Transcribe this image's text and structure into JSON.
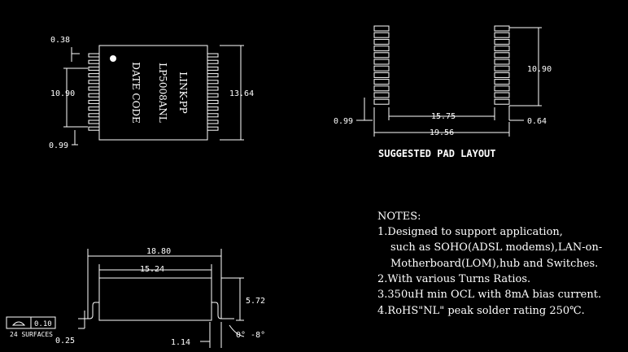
{
  "top_view": {
    "pkg_line1": "LINK-PP",
    "pkg_line2": "LP5008ANL",
    "pkg_line3": "DATE CODE",
    "dim_pin_width": "0.38",
    "dim_pin_span": "10.90",
    "dim_pitch": "0.99",
    "dim_body": "13.64"
  },
  "pad_layout": {
    "dim_span": "10.90",
    "dim_pad_pitch": "0.99",
    "dim_pad_width": "0.64",
    "dim_inner": "15.75",
    "dim_outer": "19.56",
    "caption": "SUGGESTED PAD LAYOUT"
  },
  "side_view": {
    "dim_overall": "18.80",
    "dim_body": "15.24",
    "dim_height": "5.72",
    "dim_standoff": "0.25",
    "dim_foot": "1.14",
    "dim_angle": "0° -8°",
    "flatness_value": "0.10",
    "flatness_caption": "24 SURFACES"
  },
  "notes": {
    "title": "NOTES:",
    "line1": "1.Designed to support application,",
    "line2": "such as SOHO(ADSL modems),LAN-on-",
    "line3": "Motherboard(LOM),hub and Switches.",
    "line4": "2.With various Turns Ratios.",
    "line5": "3.350uH min OCL with 8mA bias current.",
    "line6": "4.RoHS\"NL\" peak solder rating 250℃."
  }
}
